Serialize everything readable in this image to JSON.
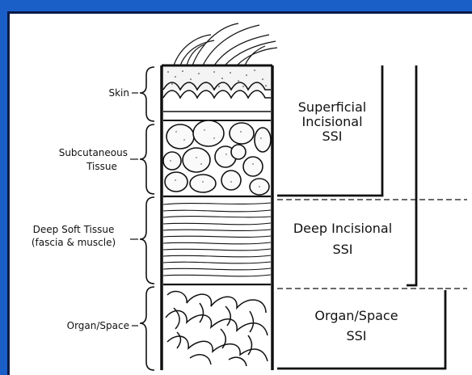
{
  "layers": {
    "skin": "Skin",
    "subcutaneous_1": "Subcutaneous",
    "subcutaneous_2": "Tissue",
    "deep_soft_1": "Deep Soft Tissue",
    "deep_soft_2": "(fascia & muscle)",
    "organ_space": "Organ/Space"
  },
  "ssi": {
    "superficial_1": "Superficial",
    "superficial_2": "Incisional",
    "superficial_3": "SSI",
    "deep_1": "Deep Incisional",
    "deep_2": "SSI",
    "organ_1": "Organ/Space",
    "organ_2": "SSI"
  },
  "colors": {
    "background": "#1a5fc7",
    "frame_border": "#0b1a4a",
    "ink": "#111111"
  }
}
